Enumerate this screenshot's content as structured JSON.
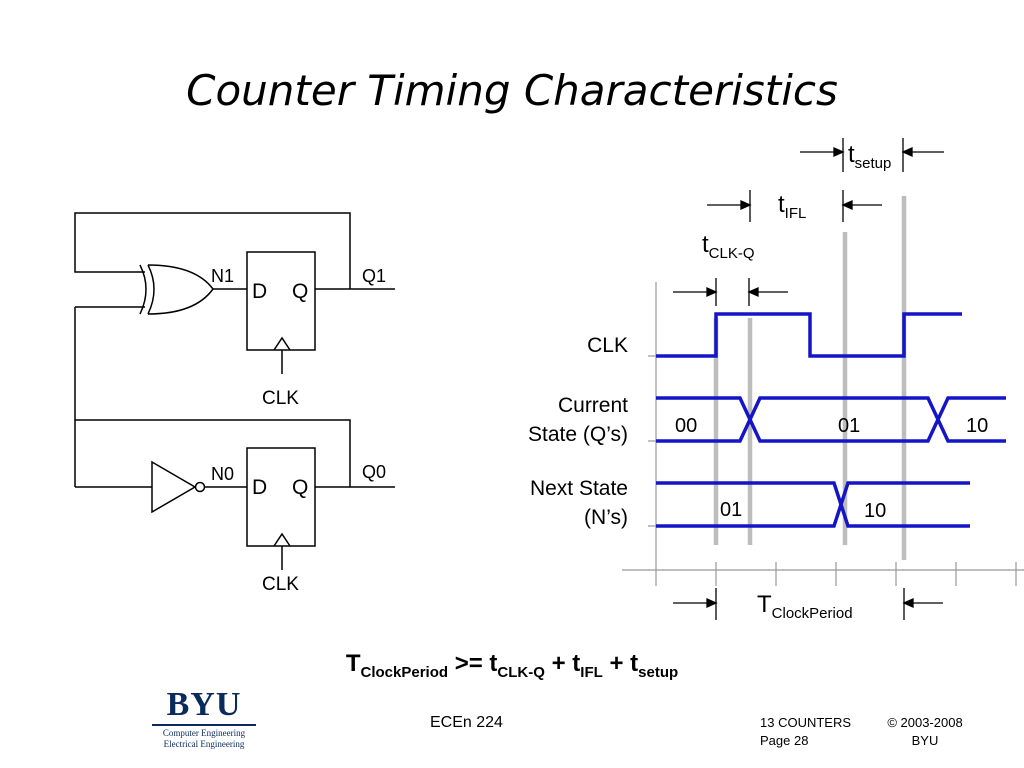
{
  "slide": {
    "title": "Counter Timing Characteristics"
  },
  "circuit": {
    "ff1": {
      "d_label": "D",
      "q_label": "Q",
      "clk_label": "CLK",
      "input_net": "N1",
      "output_net": "Q1"
    },
    "ff0": {
      "d_label": "D",
      "q_label": "Q",
      "clk_label": "CLK",
      "input_net": "N0",
      "output_net": "Q0"
    }
  },
  "timing": {
    "signals": {
      "clk": "CLK",
      "current_state_line1": "Current",
      "current_state_line2": "State (Q’s)",
      "next_state_line1": "Next State",
      "next_state_line2": "(N’s)"
    },
    "current_state_values": [
      "00",
      "01",
      "10"
    ],
    "next_state_values": [
      "01",
      "10"
    ],
    "intervals": {
      "setup": {
        "main": "t",
        "sub": "setup"
      },
      "ifl": {
        "main": "t",
        "sub": "IFL"
      },
      "clkq": {
        "main": "t",
        "sub": "CLK-Q"
      },
      "period": {
        "main": "T",
        "sub": "ClockPeriod"
      }
    },
    "colors": {
      "signal": "#1515c8",
      "marker": "#bdbdbd",
      "axis": "#999999"
    }
  },
  "equation": {
    "t1": "T",
    "s1": "ClockPeriod",
    "op": " >= ",
    "t2": "t",
    "s2": "CLK-Q",
    "plus1": " + ",
    "t3": "t",
    "s3": "IFL",
    "plus2": " + ",
    "t4": "t",
    "s4": "setup"
  },
  "footer": {
    "logo_text": "BYU",
    "logo_line1": "Computer Engineering",
    "logo_line2": "Electrical Engineering",
    "course": "ECEn 224",
    "section": "13 COUNTERS",
    "page": "Page 28",
    "copyright": "© 2003-2008",
    "org": "BYU"
  }
}
